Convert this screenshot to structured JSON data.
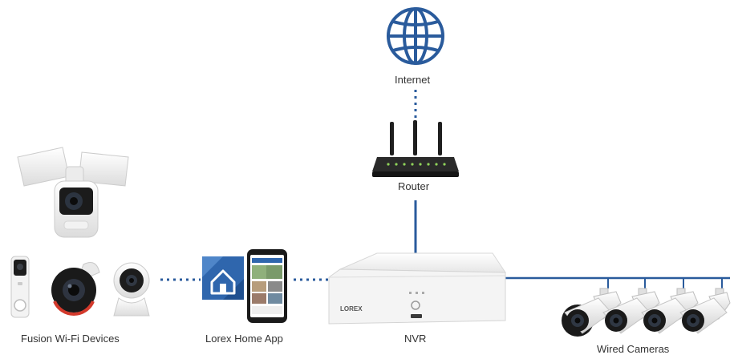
{
  "labels": {
    "internet": "Internet",
    "router": "Router",
    "fusion": "Fusion Wi-Fi Devices",
    "app": "Lorex Home App",
    "nvr": "NVR",
    "wired": "Wired Cameras"
  },
  "nvr_brand": "LOREX",
  "colors": {
    "accent": "#2a5b9c",
    "device_white": "#f5f5f5",
    "device_dark": "#1e1e1e",
    "app_tile": "#2f66ad",
    "camera_ring_red": "#d33a2c"
  },
  "icons": [
    "globe-icon",
    "router-icon",
    "floodlight-camera-icon",
    "doorbell-icon",
    "bullet-camera-icon",
    "indoor-camera-icon",
    "app-logo-icon",
    "smartphone-icon",
    "nvr-icon",
    "wired-camera-icon"
  ]
}
